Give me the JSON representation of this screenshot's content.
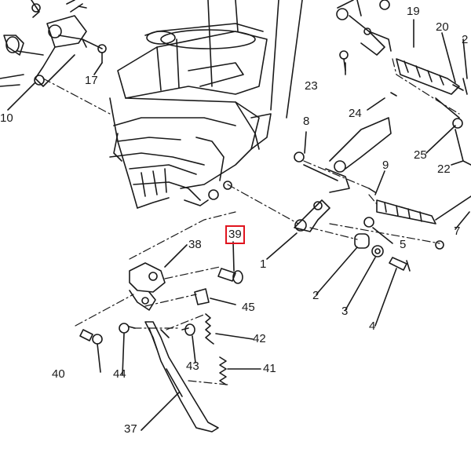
{
  "diagram": {
    "highlight_color": "#e0141e",
    "line_color": "#1a1a1a",
    "highlighted_label": "39",
    "labels": [
      {
        "id": "label-17",
        "text": "17"
      },
      {
        "id": "label-10",
        "text": "10"
      },
      {
        "id": "label-19",
        "text": "19"
      },
      {
        "id": "label-20",
        "text": "20"
      },
      {
        "id": "label-2-top",
        "text": "2"
      },
      {
        "id": "label-23",
        "text": "23"
      },
      {
        "id": "label-24",
        "text": "24"
      },
      {
        "id": "label-8",
        "text": "8"
      },
      {
        "id": "label-25",
        "text": "25"
      },
      {
        "id": "label-22",
        "text": "22"
      },
      {
        "id": "label-9",
        "text": "9"
      },
      {
        "id": "label-7",
        "text": "7"
      },
      {
        "id": "label-5",
        "text": "5"
      },
      {
        "id": "label-39",
        "text": "39"
      },
      {
        "id": "label-38",
        "text": "38"
      },
      {
        "id": "label-1",
        "text": "1"
      },
      {
        "id": "label-2",
        "text": "2"
      },
      {
        "id": "label-3",
        "text": "3"
      },
      {
        "id": "label-4",
        "text": "4"
      },
      {
        "id": "label-45",
        "text": "45"
      },
      {
        "id": "label-42",
        "text": "42"
      },
      {
        "id": "label-40",
        "text": "40"
      },
      {
        "id": "label-44",
        "text": "44"
      },
      {
        "id": "label-43",
        "text": "43"
      },
      {
        "id": "label-41",
        "text": "41"
      },
      {
        "id": "label-37",
        "text": "37"
      }
    ]
  }
}
